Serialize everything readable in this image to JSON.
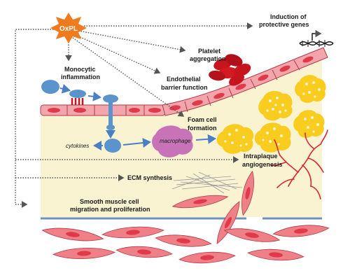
{
  "labels": {
    "oxpl": "OxPL",
    "protective_line1": "Induction of",
    "protective_line2": "protective genes",
    "platelet_line1": "Platelet",
    "platelet_line2": "aggregation",
    "monocytic_line1": "Monocytic",
    "monocytic_line2": "inflammation",
    "endothelial_line1": "Endothelial",
    "endothelial_line2": "barrier function",
    "cytokines": "cytokines",
    "macrophage": "macrophage",
    "foam_line1": "Foam cell",
    "foam_line2": "formation",
    "angio_line1": "Intraplaque",
    "angio_line2": "angiogenesis",
    "ecm": "ECM synthesis",
    "smc_line1": "Smooth muscle cell",
    "smc_line2": "migration and proliferation"
  },
  "colors": {
    "oxpl_star": "#f07a1e",
    "endothelium": "#f2a6ac",
    "nucleus": "#e03a4a",
    "intima": "#faf3d2",
    "foam_cell": "#f8cd1f",
    "macrophage": "#c873b8",
    "monocyte": "#5b93cc",
    "platelet": "#c8141c",
    "vessels": "#d9262e",
    "media_line": "#6f8fb8"
  }
}
